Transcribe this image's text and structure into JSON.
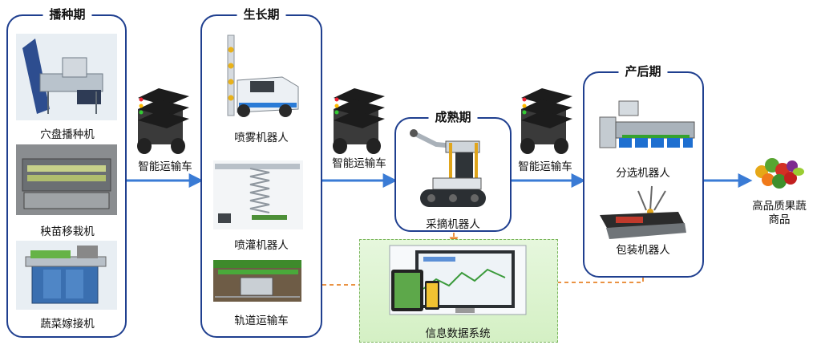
{
  "phases": {
    "sowing": {
      "title": "播种期",
      "items": [
        "穴盘播种机",
        "秧苗移栽机",
        "蔬菜嫁接机"
      ]
    },
    "growth": {
      "title": "生长期",
      "items": [
        "喷雾机器人",
        "喷灌机器人",
        "轨道运输车"
      ]
    },
    "mature": {
      "title": "成熟期",
      "items": [
        "采摘机器人"
      ]
    },
    "post": {
      "title": "产后期",
      "items": [
        "分选机器人",
        "包装机器人"
      ]
    }
  },
  "transport": {
    "label": "智能运输车"
  },
  "info_system": {
    "label": "信息数据系统"
  },
  "output": {
    "line1": "高品质果蔬",
    "line2": "商品"
  },
  "colors": {
    "border": "#1f3f8f",
    "arrow": "#3a7bd5",
    "dashed": "#e8842a",
    "info_bg": "#d8f2c9"
  }
}
